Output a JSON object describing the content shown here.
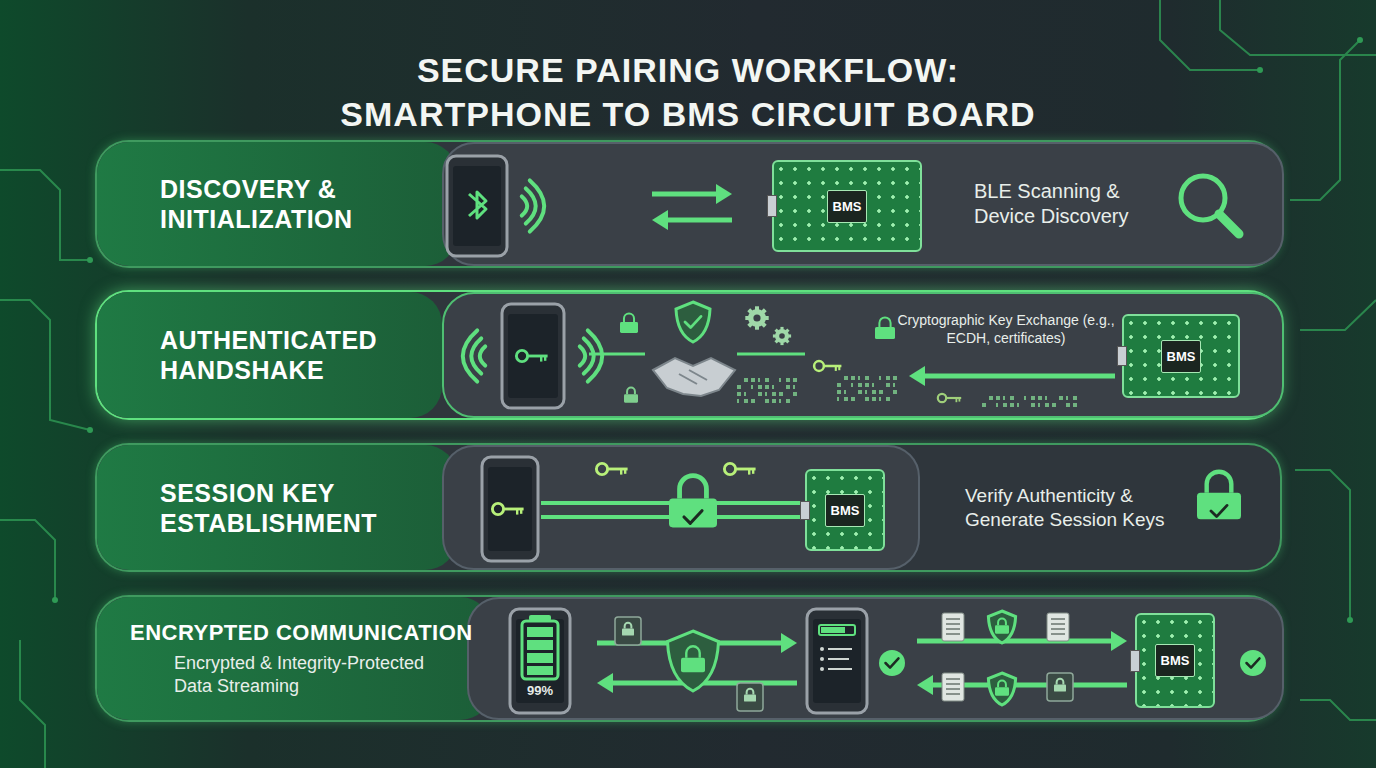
{
  "diagram": {
    "title": "SECURE PAIRING WORKFLOW: SMARTPHONE TO BMS CIRCUIT BOARD",
    "nodes": [
      {
        "text": [
          "DISCOVERY & INITIALIZATION",
          "BLE Scanning & Device Discovery"
        ]
      },
      {
        "text": [
          "BMS"
        ],
        "in": 0
      },
      {
        "text": [
          "AUTHENTICATED HANDSHAKE",
          "Cryptographic Key Exchange (e.g., ECDH, certificates)"
        ]
      },
      {
        "text": [
          "BMS"
        ],
        "in": 2
      },
      {
        "text": [
          "SESSION KEY ESTABLISHMENT",
          "Verify Authenticity & Generate Session Keys"
        ]
      },
      {
        "text": [
          "BMS"
        ],
        "in": 4
      },
      {
        "text": [
          "ENCRYPTED COMMUNICATION",
          "Encrypted & Integrity-Protected Data Streaming"
        ]
      },
      {
        "text": [
          "BMS"
        ],
        "in": 6
      }
    ],
    "labels": [
      "99%"
    ]
  }
}
